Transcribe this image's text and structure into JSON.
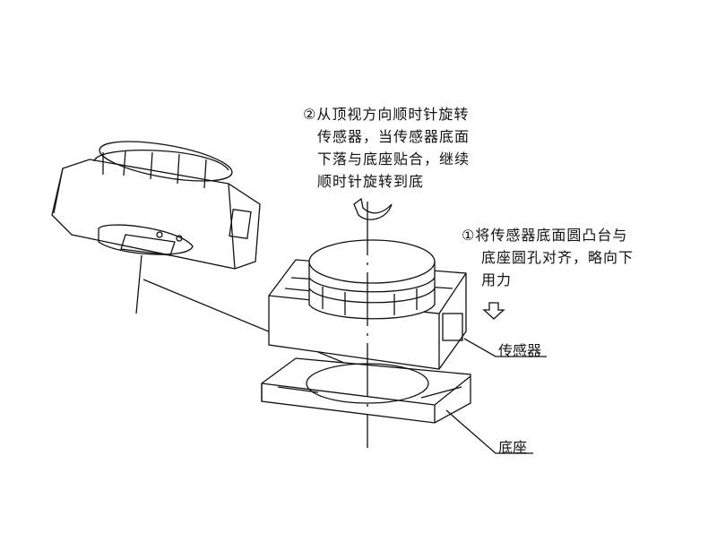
{
  "step2": {
    "marker": "②",
    "lines": [
      "从顶视方向顺时针旋转",
      "传感器，当传感器底面",
      "下落与底座贴合，继续",
      "顺时针旋转到底"
    ]
  },
  "step1": {
    "marker": "①",
    "lines": [
      "将传感器底面圆凸台与",
      "底座圆孔对齐，略向下",
      "用力"
    ]
  },
  "labels": {
    "sensor": "传感器",
    "base": "底座"
  }
}
